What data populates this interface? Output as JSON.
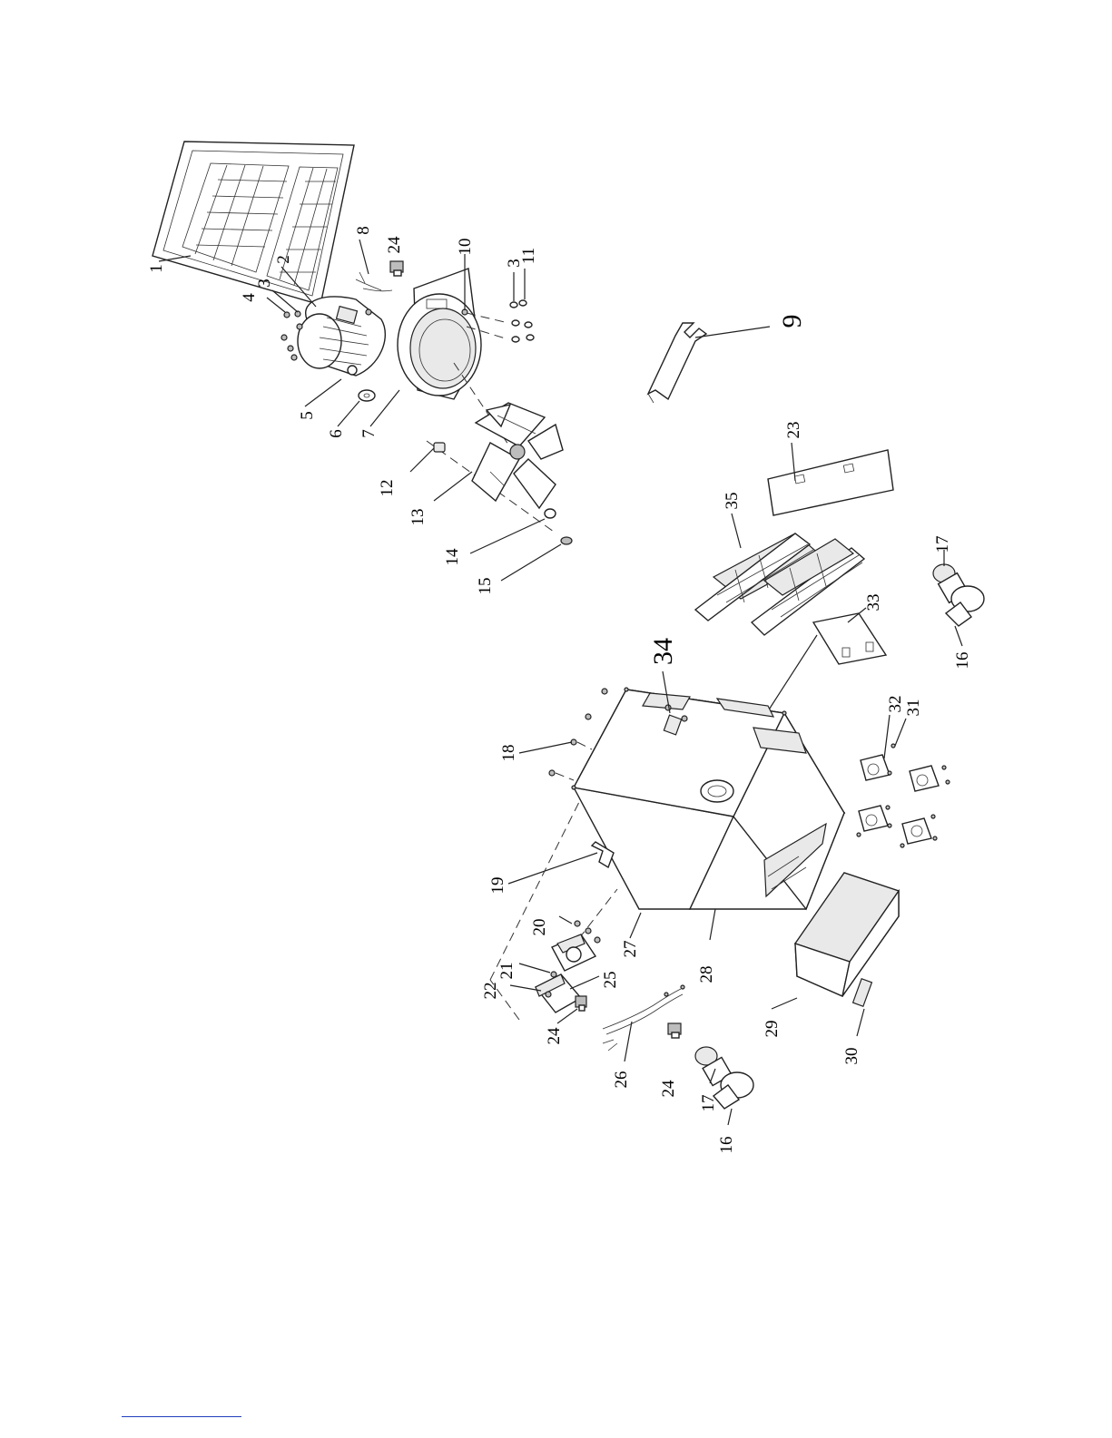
{
  "diagram": {
    "labels": {
      "l1": "1",
      "l2": "2",
      "l3a": "3",
      "l3b": "3",
      "l4": "4",
      "l5": "5",
      "l6": "6",
      "l7": "7",
      "l8": "8",
      "l9": "9",
      "l10": "10",
      "l11": "11",
      "l12": "12",
      "l13": "13",
      "l14": "14",
      "l15": "15",
      "l16a": "16",
      "l16b": "16",
      "l17a": "17",
      "l17b": "17",
      "l18": "18",
      "l19": "19",
      "l20": "20",
      "l21": "21",
      "l22": "22",
      "l23": "23",
      "l24a": "24",
      "l24b": "24",
      "l24c": "24",
      "l25": "25",
      "l26": "26",
      "l27": "27",
      "l28": "28",
      "l29": "29",
      "l30": "30",
      "l31": "31",
      "l32": "32",
      "l33": "33",
      "l34": "34",
      "l35": "35"
    }
  }
}
